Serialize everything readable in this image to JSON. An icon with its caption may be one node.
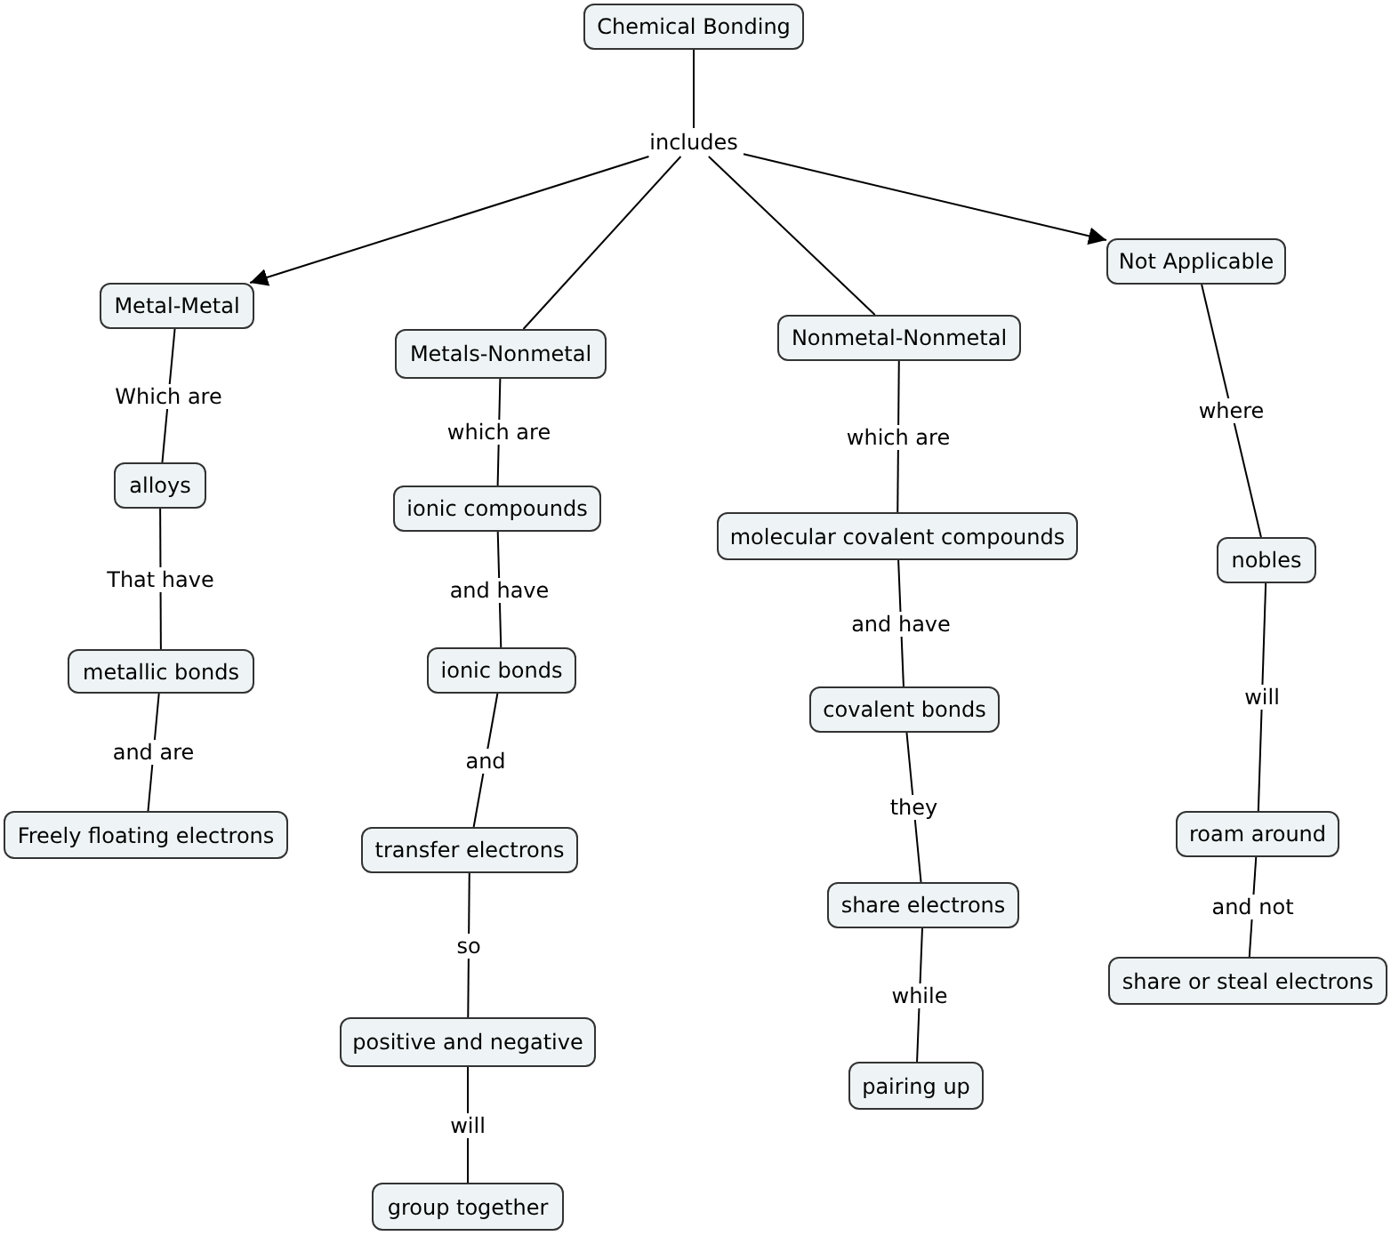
{
  "diagram": {
    "nodes": [
      {
        "text": [
          "Chemical Bonding"
        ]
      },
      {
        "text": [
          "includes"
        ]
      },
      {
        "text": [
          "Metal-Metal"
        ]
      },
      {
        "text": [
          "Metals-Nonmetal"
        ]
      },
      {
        "text": [
          "Nonmetal-Nonmetal"
        ]
      },
      {
        "text": [
          "Not Applicable"
        ]
      },
      {
        "text": [
          "alloys"
        ]
      },
      {
        "text": [
          "metallic bonds"
        ]
      },
      {
        "text": [
          "Freely floating electrons"
        ]
      },
      {
        "text": [
          "ionic compounds"
        ]
      },
      {
        "text": [
          "ionic bonds"
        ]
      },
      {
        "text": [
          "transfer electrons"
        ]
      },
      {
        "text": [
          "positive and negative"
        ]
      },
      {
        "text": [
          "group together"
        ]
      },
      {
        "text": [
          "molecular covalent compounds"
        ]
      },
      {
        "text": [
          "covalent bonds"
        ]
      },
      {
        "text": [
          "share electrons"
        ]
      },
      {
        "text": [
          "pairing up"
        ]
      },
      {
        "text": [
          "nobles"
        ]
      },
      {
        "text": [
          "roam around"
        ]
      },
      {
        "text": [
          "share or steal electrons"
        ]
      }
    ],
    "edges": [
      {
        "from": 0,
        "to": 1,
        "arrow": "none"
      },
      {
        "from": 1,
        "to": 2,
        "arrow": "to"
      },
      {
        "from": 1,
        "to": 3,
        "arrow": "none"
      },
      {
        "from": 1,
        "to": 4,
        "arrow": "none"
      },
      {
        "from": 1,
        "to": 5,
        "arrow": "to"
      },
      {
        "from": 2,
        "to": 6,
        "arrow": "none",
        "label": "Which are"
      },
      {
        "from": 6,
        "to": 7,
        "arrow": "none",
        "label": "That have"
      },
      {
        "from": 7,
        "to": 8,
        "arrow": "none",
        "label": "and are"
      },
      {
        "from": 3,
        "to": 9,
        "arrow": "none",
        "label": "which are"
      },
      {
        "from": 9,
        "to": 10,
        "arrow": "none",
        "label": "and have"
      },
      {
        "from": 10,
        "to": 11,
        "arrow": "none",
        "label": "and"
      },
      {
        "from": 11,
        "to": 12,
        "arrow": "none",
        "label": "so"
      },
      {
        "from": 12,
        "to": 13,
        "arrow": "none",
        "label": "will"
      },
      {
        "from": 4,
        "to": 14,
        "arrow": "none",
        "label": "which are"
      },
      {
        "from": 14,
        "to": 15,
        "arrow": "none",
        "label": "and have"
      },
      {
        "from": 15,
        "to": 16,
        "arrow": "none",
        "label": "they"
      },
      {
        "from": 16,
        "to": 17,
        "arrow": "none",
        "label": "while"
      },
      {
        "from": 5,
        "to": 18,
        "arrow": "none",
        "label": "where"
      },
      {
        "from": 18,
        "to": 19,
        "arrow": "none",
        "label": "will"
      },
      {
        "from": 19,
        "to": 20,
        "arrow": "none",
        "label": "and not"
      }
    ]
  }
}
